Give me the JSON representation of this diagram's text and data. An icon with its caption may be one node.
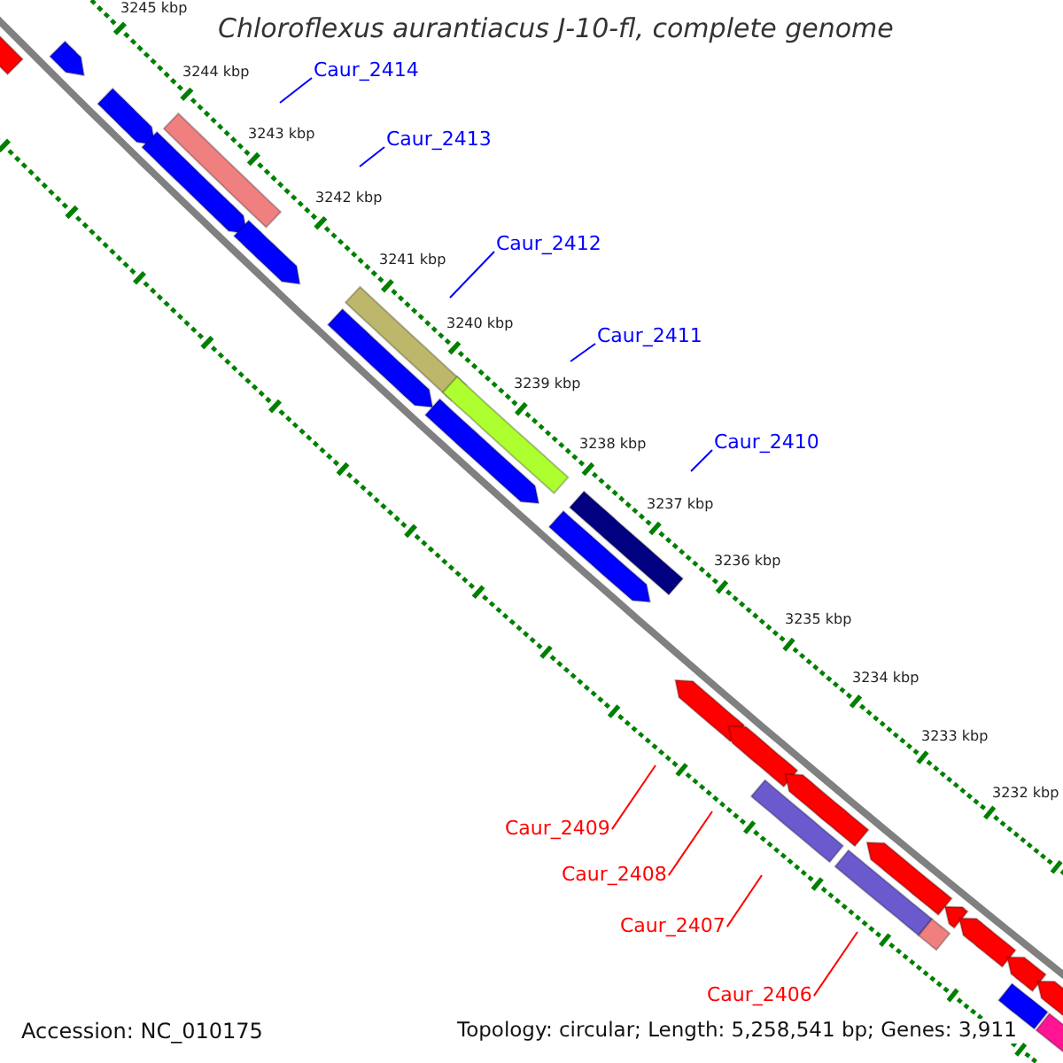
{
  "diagram": {
    "title": "Chloroflexus aurantiacus J-10-fl, complete genome",
    "nodes": [
      {
        "text": [
          "Caur_2414"
        ]
      },
      {
        "text": [
          "Caur_2413"
        ]
      },
      {
        "text": [
          "Caur_2412"
        ]
      },
      {
        "text": [
          "Caur_2411"
        ]
      },
      {
        "text": [
          "Caur_2410"
        ]
      },
      {
        "text": [
          "Caur_2409"
        ]
      },
      {
        "text": [
          "Caur_2408"
        ]
      },
      {
        "text": [
          "Caur_2407"
        ]
      },
      {
        "text": [
          "Caur_2406"
        ]
      }
    ],
    "edges": [
      {
        "from": 0,
        "to": null,
        "arrow": "none"
      },
      {
        "from": 1,
        "to": null,
        "arrow": "none"
      },
      {
        "from": 2,
        "to": null,
        "arrow": "none"
      },
      {
        "from": 3,
        "to": null,
        "arrow": "none"
      },
      {
        "from": 4,
        "to": null,
        "arrow": "none"
      },
      {
        "from": 5,
        "to": null,
        "arrow": "none",
        "color": "#ff0000"
      },
      {
        "from": 6,
        "to": null,
        "arrow": "none",
        "color": "#ff0000"
      },
      {
        "from": 7,
        "to": null,
        "arrow": "none",
        "color": "#ff0000"
      },
      {
        "from": 8,
        "to": null,
        "arrow": "none",
        "color": "#ff0000"
      }
    ],
    "labels": [
      "3245 kbp",
      "3244 kbp",
      "3243 kbp",
      "3242 kbp",
      "3241 kbp",
      "3240 kbp",
      "3239 kbp",
      "3238 kbp",
      "3237 kbp",
      "3236 kbp",
      "3235 kbp",
      "3234 kbp",
      "3233 kbp",
      "3232 kbp",
      "Accession: NC_010175",
      "Topology: circular; Length: 5,258,541 bp; Genes: 3,911"
    ]
  }
}
